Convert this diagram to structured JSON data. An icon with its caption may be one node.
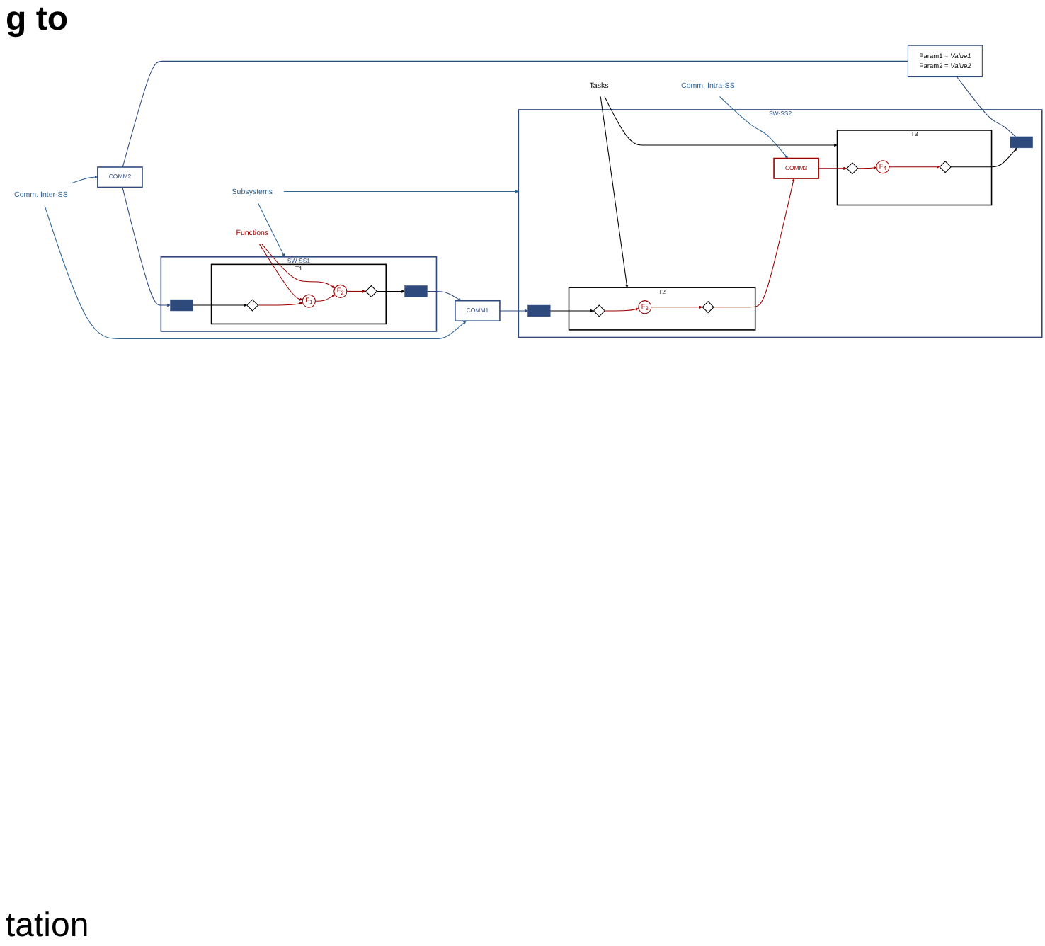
{
  "diagram": {
    "nodes": [
      {
        "text": [
          "Subsystems"
        ]
      },
      {
        "text": [
          "Functions"
        ]
      },
      {
        "text": [
          "Tasks"
        ]
      },
      {
        "text": [
          "SW-SS1"
        ]
      },
      {
        "text": [
          "T1"
        ],
        "in": 3
      },
      {
        "text": [
          "F$_{1}$"
        ],
        "in": 4
      },
      {
        "text": [
          "F$_{2}$"
        ],
        "in": 4
      },
      {
        "text": [],
        "shape": "diamond",
        "in": 4
      },
      {
        "text": [],
        "shape": "diamond",
        "in": 4
      },
      {
        "text": [],
        "shape": "box",
        "in": 3
      },
      {
        "text": [],
        "shape": "box",
        "in": 3
      },
      {
        "text": [
          "SW-SS2"
        ]
      },
      {
        "text": [
          "T2"
        ],
        "in": 11
      },
      {
        "text": [
          "F$_{3}$"
        ],
        "in": 12
      },
      {
        "text": [],
        "shape": "diamond",
        "in": 12
      },
      {
        "text": [],
        "shape": "diamond",
        "in": 12
      },
      {
        "text": [
          "T3"
        ],
        "in": 11
      },
      {
        "text": [
          "F$_{4}$"
        ],
        "in": 16
      },
      {
        "text": [],
        "shape": "diamond",
        "in": 16
      },
      {
        "text": [],
        "shape": "diamond",
        "in": 16
      },
      {
        "text": [
          "COMM3"
        ],
        "in": 11
      },
      {
        "text": [],
        "shape": "box",
        "in": 11
      },
      {
        "text": [],
        "shape": "box",
        "in": 11
      },
      {
        "text": [
          "COMM1"
        ]
      },
      {
        "text": [
          "COMM2"
        ]
      },
      {
        "text": [
          "Param1 = *Value1*",
          "Param2 = *Value2*"
        ]
      },
      {
        "text": [
          "Comm. Inter-SS"
        ]
      },
      {
        "text": [
          "Comm. Intra-SS"
        ]
      }
    ],
    "edges": [
      {
        "from": 0,
        "to": 3,
        "arrow": "to",
        "color": "#2f6496"
      },
      {
        "from": 0,
        "to": 11,
        "arrow": "to",
        "color": "#2f6496"
      },
      {
        "from": 1,
        "to": 5,
        "arrow": "to",
        "color": "#990000"
      },
      {
        "from": 1,
        "to": 6,
        "arrow": "to",
        "color": "#990000"
      },
      {
        "from": 2,
        "to": 12,
        "arrow": "to",
        "color": "#000000"
      },
      {
        "from": 2,
        "to": 16,
        "arrow": "to",
        "color": "#000000"
      },
      {
        "from": 5,
        "to": 6,
        "arrow": "to",
        "color": "#990000"
      },
      {
        "from": 7,
        "to": 5,
        "arrow": "to",
        "color": "#990000"
      },
      {
        "from": 6,
        "to": 8,
        "arrow": "to",
        "color": "#990000"
      },
      {
        "from": 9,
        "to": 7,
        "arrow": "to",
        "color": "#000000"
      },
      {
        "from": 8,
        "to": 10,
        "arrow": "to",
        "color": "#000000"
      },
      {
        "from": 14,
        "to": 13,
        "arrow": "to",
        "color": "#990000"
      },
      {
        "from": 13,
        "to": 15,
        "arrow": "to",
        "color": "#990000"
      },
      {
        "from": 18,
        "to": 17,
        "arrow": "to",
        "color": "#990000"
      },
      {
        "from": 17,
        "to": 19,
        "arrow": "to",
        "color": "#990000"
      },
      {
        "from": 21,
        "to": 14,
        "arrow": "to",
        "color": "#000000"
      },
      {
        "from": 19,
        "to": 22,
        "arrow": "to",
        "color": "#000000"
      },
      {
        "from": 15,
        "to": 20,
        "arrow": "to",
        "color": "#990000"
      },
      {
        "from": 20,
        "to": 18,
        "arrow": "to",
        "color": "#990000"
      },
      {
        "from": 10,
        "to": 23,
        "arrow": "to",
        "color": "#2e4a7d"
      },
      {
        "from": 23,
        "to": 21,
        "arrow": "to",
        "color": "#2e4a7d"
      },
      {
        "from": 24,
        "to": 9,
        "arrow": "to",
        "color": "#2e4a7d"
      },
      {
        "from": 24,
        "to": 25,
        "arrow": "none",
        "color": "#2e4a7d"
      },
      {
        "from": 25,
        "to": 22,
        "arrow": "none",
        "color": "#2e4a7d"
      },
      {
        "from": 26,
        "to": 23,
        "arrow": "to",
        "color": "#2f6496"
      },
      {
        "from": 26,
        "to": 24,
        "arrow": "to",
        "color": "#2f6496"
      },
      {
        "from": 27,
        "to": 20,
        "arrow": "to",
        "color": "#2f6496"
      }
    ],
    "labels": [
      "g to",
      "tation"
    ]
  }
}
